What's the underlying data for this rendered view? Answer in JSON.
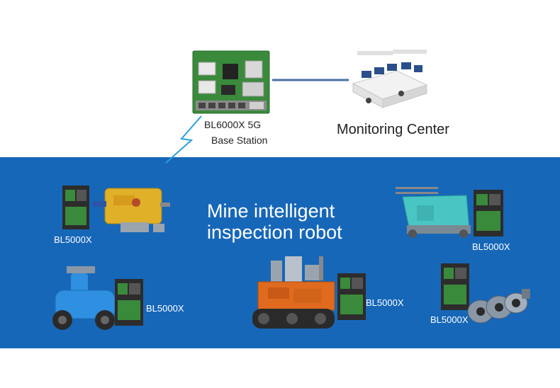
{
  "base_station": {
    "line1": "BL6000X 5G",
    "line2": "Base Station"
  },
  "monitoring_center": {
    "label": "Monitoring Center"
  },
  "title": {
    "line1": "Mine intelligent",
    "line2": "inspection robot"
  },
  "robots": [
    {
      "module_label": "BL5000X"
    },
    {
      "module_label": "BL5000X"
    },
    {
      "module_label": "BL5000X"
    },
    {
      "module_label": "BL5000X"
    },
    {
      "module_label": "BL5000X"
    }
  ],
  "colors": {
    "band": "#1767b8",
    "board_green": "#3a8a3c",
    "link_line": "#4a6fa5",
    "signal": "#2a9fd8",
    "robot_yellow": "#e0b028",
    "robot_teal": "#49c6c4",
    "robot_blue": "#2f8fe0",
    "robot_orange": "#e06a1e",
    "robot_gray": "#8a97a6"
  }
}
